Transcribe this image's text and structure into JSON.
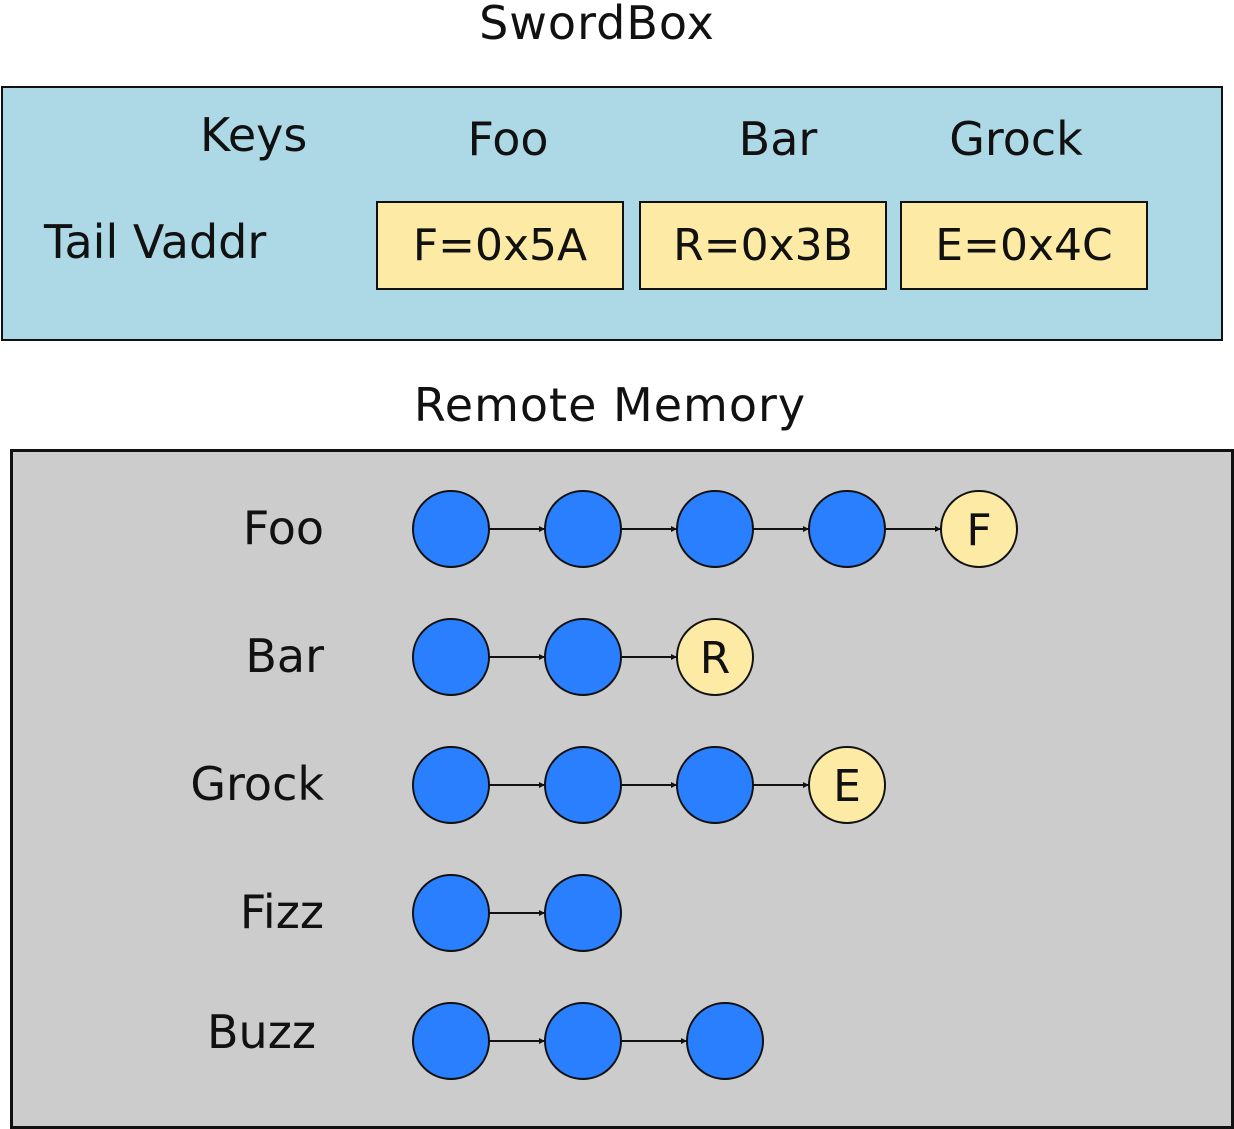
{
  "swordbox": {
    "title": "SwordBox",
    "keys_label": "Keys",
    "tail_label": "Tail Vaddr",
    "keys": [
      "Foo",
      "Bar",
      "Grock"
    ],
    "tails": [
      "F=0x5A",
      "R=0x3B",
      "E=0x4C"
    ]
  },
  "remote": {
    "title": "Remote Memory",
    "lists": [
      {
        "key": "Foo",
        "nodes": 5,
        "tail_letter": "F"
      },
      {
        "key": "Bar",
        "nodes": 3,
        "tail_letter": "R"
      },
      {
        "key": "Grock",
        "nodes": 4,
        "tail_letter": "E"
      },
      {
        "key": "Fizz",
        "nodes": 2,
        "tail_letter": ""
      },
      {
        "key": "Buzz",
        "nodes": 3,
        "tail_letter": ""
      }
    ]
  },
  "colors": {
    "swordbox_bg": "#add8e6",
    "tail_box_bg": "#fdeba5",
    "remote_bg": "#cccccc",
    "node_fill": "#2a7fff",
    "tail_node_fill": "#fdeba5"
  }
}
